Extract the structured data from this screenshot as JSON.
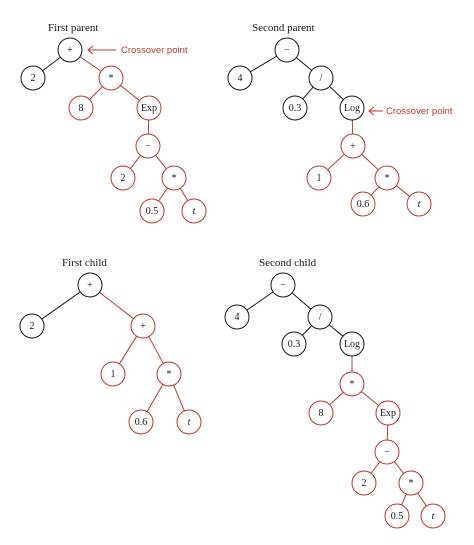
{
  "colors": {
    "black": "#1a1a1a",
    "red": "#c0392b"
  },
  "trees": [
    {
      "title": "First parent",
      "annotation": {
        "text": "Crossover point",
        "node": "p1-root"
      },
      "nodes": [
        {
          "id": "p1-root",
          "label": "+",
          "color": "black"
        },
        {
          "id": "p1-2",
          "label": "2",
          "color": "black"
        },
        {
          "id": "p1-mul",
          "label": "*",
          "color": "red"
        },
        {
          "id": "p1-8",
          "label": "8",
          "color": "red"
        },
        {
          "id": "p1-exp",
          "label": "Exp",
          "color": "red"
        },
        {
          "id": "p1-minus",
          "label": "−",
          "color": "red"
        },
        {
          "id": "p1-2b",
          "label": "2",
          "color": "red"
        },
        {
          "id": "p1-mul2",
          "label": "*",
          "color": "red"
        },
        {
          "id": "p1-05",
          "label": "0.5",
          "color": "red"
        },
        {
          "id": "p1-t",
          "label": "t",
          "color": "red",
          "italic": true
        }
      ],
      "edges": [
        [
          "p1-root",
          "p1-2",
          "black"
        ],
        [
          "p1-root",
          "p1-mul",
          "red"
        ],
        [
          "p1-mul",
          "p1-8",
          "red"
        ],
        [
          "p1-mul",
          "p1-exp",
          "red"
        ],
        [
          "p1-exp",
          "p1-minus",
          "red"
        ],
        [
          "p1-minus",
          "p1-2b",
          "red"
        ],
        [
          "p1-minus",
          "p1-mul2",
          "red"
        ],
        [
          "p1-mul2",
          "p1-05",
          "red"
        ],
        [
          "p1-mul2",
          "p1-t",
          "red"
        ]
      ]
    },
    {
      "title": "Second parent",
      "annotation": {
        "text": "Crossover point",
        "node": "p2-log"
      },
      "nodes": [
        {
          "id": "p2-root",
          "label": "−",
          "color": "black"
        },
        {
          "id": "p2-4",
          "label": "4",
          "color": "black"
        },
        {
          "id": "p2-div",
          "label": "/",
          "color": "black"
        },
        {
          "id": "p2-03",
          "label": "0.3",
          "color": "black"
        },
        {
          "id": "p2-log",
          "label": "Log",
          "color": "black"
        },
        {
          "id": "p2-plus",
          "label": "+",
          "color": "red"
        },
        {
          "id": "p2-1",
          "label": "1",
          "color": "red"
        },
        {
          "id": "p2-mul",
          "label": "*",
          "color": "red"
        },
        {
          "id": "p2-06",
          "label": "0.6",
          "color": "red"
        },
        {
          "id": "p2-t",
          "label": "t",
          "color": "red",
          "italic": true
        }
      ],
      "edges": [
        [
          "p2-root",
          "p2-4",
          "black"
        ],
        [
          "p2-root",
          "p2-div",
          "black"
        ],
        [
          "p2-div",
          "p2-03",
          "black"
        ],
        [
          "p2-div",
          "p2-log",
          "black"
        ],
        [
          "p2-log",
          "p2-plus",
          "red"
        ],
        [
          "p2-plus",
          "p2-1",
          "red"
        ],
        [
          "p2-plus",
          "p2-mul",
          "red"
        ],
        [
          "p2-mul",
          "p2-06",
          "red"
        ],
        [
          "p2-mul",
          "p2-t",
          "red"
        ]
      ]
    },
    {
      "title": "First child",
      "nodes": [
        {
          "id": "c1-root",
          "label": "+",
          "color": "black"
        },
        {
          "id": "c1-2",
          "label": "2",
          "color": "black"
        },
        {
          "id": "c1-plus",
          "label": "+",
          "color": "red"
        },
        {
          "id": "c1-1",
          "label": "1",
          "color": "red"
        },
        {
          "id": "c1-mul",
          "label": "*",
          "color": "red"
        },
        {
          "id": "c1-06",
          "label": "0.6",
          "color": "red"
        },
        {
          "id": "c1-t",
          "label": "t",
          "color": "red",
          "italic": true
        }
      ],
      "edges": [
        [
          "c1-root",
          "c1-2",
          "black"
        ],
        [
          "c1-root",
          "c1-plus",
          "red"
        ],
        [
          "c1-plus",
          "c1-1",
          "red"
        ],
        [
          "c1-plus",
          "c1-mul",
          "red"
        ],
        [
          "c1-mul",
          "c1-06",
          "red"
        ],
        [
          "c1-mul",
          "c1-t",
          "red"
        ]
      ]
    },
    {
      "title": "Second child",
      "nodes": [
        {
          "id": "c2-root",
          "label": "−",
          "color": "black"
        },
        {
          "id": "c2-4",
          "label": "4",
          "color": "black"
        },
        {
          "id": "c2-div",
          "label": "/",
          "color": "black"
        },
        {
          "id": "c2-03",
          "label": "0.3",
          "color": "black"
        },
        {
          "id": "c2-log",
          "label": "Log",
          "color": "black"
        },
        {
          "id": "c2-mul",
          "label": "*",
          "color": "red"
        },
        {
          "id": "c2-8",
          "label": "8",
          "color": "red"
        },
        {
          "id": "c2-exp",
          "label": "Exp",
          "color": "red"
        },
        {
          "id": "c2-minus",
          "label": "−",
          "color": "red"
        },
        {
          "id": "c2-2",
          "label": "2",
          "color": "red"
        },
        {
          "id": "c2-mul2",
          "label": "*",
          "color": "red"
        },
        {
          "id": "c2-05",
          "label": "0.5",
          "color": "red"
        },
        {
          "id": "c2-t",
          "label": "t",
          "color": "red",
          "italic": true
        }
      ],
      "edges": [
        [
          "c2-root",
          "c2-4",
          "black"
        ],
        [
          "c2-root",
          "c2-div",
          "black"
        ],
        [
          "c2-div",
          "c2-03",
          "black"
        ],
        [
          "c2-div",
          "c2-log",
          "black"
        ],
        [
          "c2-log",
          "c2-mul",
          "red"
        ],
        [
          "c2-mul",
          "c2-8",
          "red"
        ],
        [
          "c2-mul",
          "c2-exp",
          "red"
        ],
        [
          "c2-exp",
          "c2-minus",
          "red"
        ],
        [
          "c2-minus",
          "c2-2",
          "red"
        ],
        [
          "c2-minus",
          "c2-mul2",
          "red"
        ],
        [
          "c2-mul2",
          "c2-05",
          "red"
        ],
        [
          "c2-mul2",
          "c2-t",
          "red"
        ]
      ]
    }
  ]
}
